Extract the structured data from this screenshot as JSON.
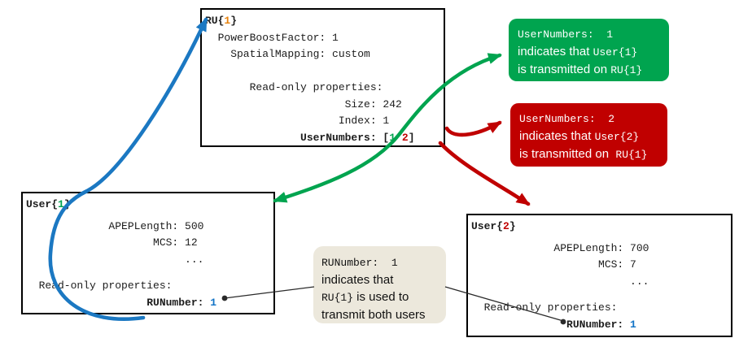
{
  "colors": {
    "green": "#00a44f",
    "red": "#c00000",
    "orange": "#e8820c",
    "blue_text": "#1173c6",
    "blue_arrow": "#1b78c2",
    "line": "#2a2a2a",
    "box_background": "#ffffff",
    "box_border": "#000000",
    "beige": "#ece8dc",
    "callout_text": "#ffffff"
  },
  "ru_box": {
    "title": [
      {
        "t": "RU{",
        "b": true
      },
      {
        "t": "1",
        "b": true,
        "c": "orange"
      },
      {
        "t": "}",
        "b": true
      }
    ],
    "lines": [
      [
        {
          "t": "  PowerBoostFactor: 1"
        }
      ],
      [
        {
          "t": "    SpatialMapping: custom"
        }
      ],
      [
        {
          "t": ""
        }
      ],
      [
        {
          "t": "       Read-only properties:"
        }
      ],
      [
        {
          "t": "                      Size: 242"
        }
      ],
      [
        {
          "t": "                     Index: 1"
        }
      ],
      [
        {
          "t": "               UserNumbers: [",
          "b": true
        },
        {
          "t": "1",
          "b": true,
          "c": "green"
        },
        {
          "t": " ",
          "b": true
        },
        {
          "t": "2",
          "b": true,
          "c": "red"
        },
        {
          "t": "]",
          "b": true
        }
      ]
    ]
  },
  "user1_box": {
    "title": [
      {
        "t": "User{",
        "b": true
      },
      {
        "t": "1",
        "b": true,
        "c": "green"
      },
      {
        "t": "}",
        "b": true
      }
    ],
    "lines": [
      [
        {
          "t": "             APEPLength: 500"
        }
      ],
      [
        {
          "t": "                    MCS: 12"
        }
      ],
      [
        {
          "t": "                         ..."
        }
      ],
      [
        {
          "t": ""
        }
      ],
      [
        {
          "t": "  Read-only properties:"
        }
      ],
      [
        {
          "t": "                   RUNumber: ",
          "b": true
        },
        {
          "t": "1",
          "b": true,
          "c": "blue_text"
        }
      ]
    ]
  },
  "user2_box": {
    "title": [
      {
        "t": "User{",
        "b": true
      },
      {
        "t": "2",
        "b": true,
        "c": "red"
      },
      {
        "t": "}",
        "b": true
      }
    ],
    "lines": [
      [
        {
          "t": "             APEPLength: 700"
        }
      ],
      [
        {
          "t": "                    MCS: 7"
        }
      ],
      [
        {
          "t": "                         ..."
        }
      ],
      [
        {
          "t": ""
        }
      ],
      [
        {
          "t": "  Read-only properties:"
        }
      ],
      [
        {
          "t": "               RUNumber: ",
          "b": true
        },
        {
          "t": "1",
          "b": true,
          "c": "blue_text"
        }
      ]
    ]
  },
  "green_callout": {
    "lines": [
      [
        {
          "t": "UserNumbers:  1",
          "m": true
        }
      ],
      [
        {
          "t": "indicates that "
        },
        {
          "t": "User{1}",
          "m": true
        }
      ],
      [
        {
          "t": "is transmitted on "
        },
        {
          "t": "RU{1}",
          "m": true
        }
      ]
    ]
  },
  "red_callout": {
    "lines": [
      [
        {
          "t": "UserNumbers:  2",
          "m": true
        }
      ],
      [
        {
          "t": "indicates that "
        },
        {
          "t": "User{2}",
          "m": true
        }
      ],
      [
        {
          "t": "is transmitted on  "
        },
        {
          "t": "RU{1}",
          "m": true
        }
      ]
    ]
  },
  "beige_callout": {
    "lines": [
      [
        {
          "t": "RUNumber:  1",
          "m": true
        }
      ],
      [
        {
          "t": "indicates that"
        }
      ],
      [
        {
          "t": "RU{1}",
          "m": true
        },
        {
          "t": " is used to"
        }
      ],
      [
        {
          "t": "transmit both users"
        }
      ]
    ]
  }
}
